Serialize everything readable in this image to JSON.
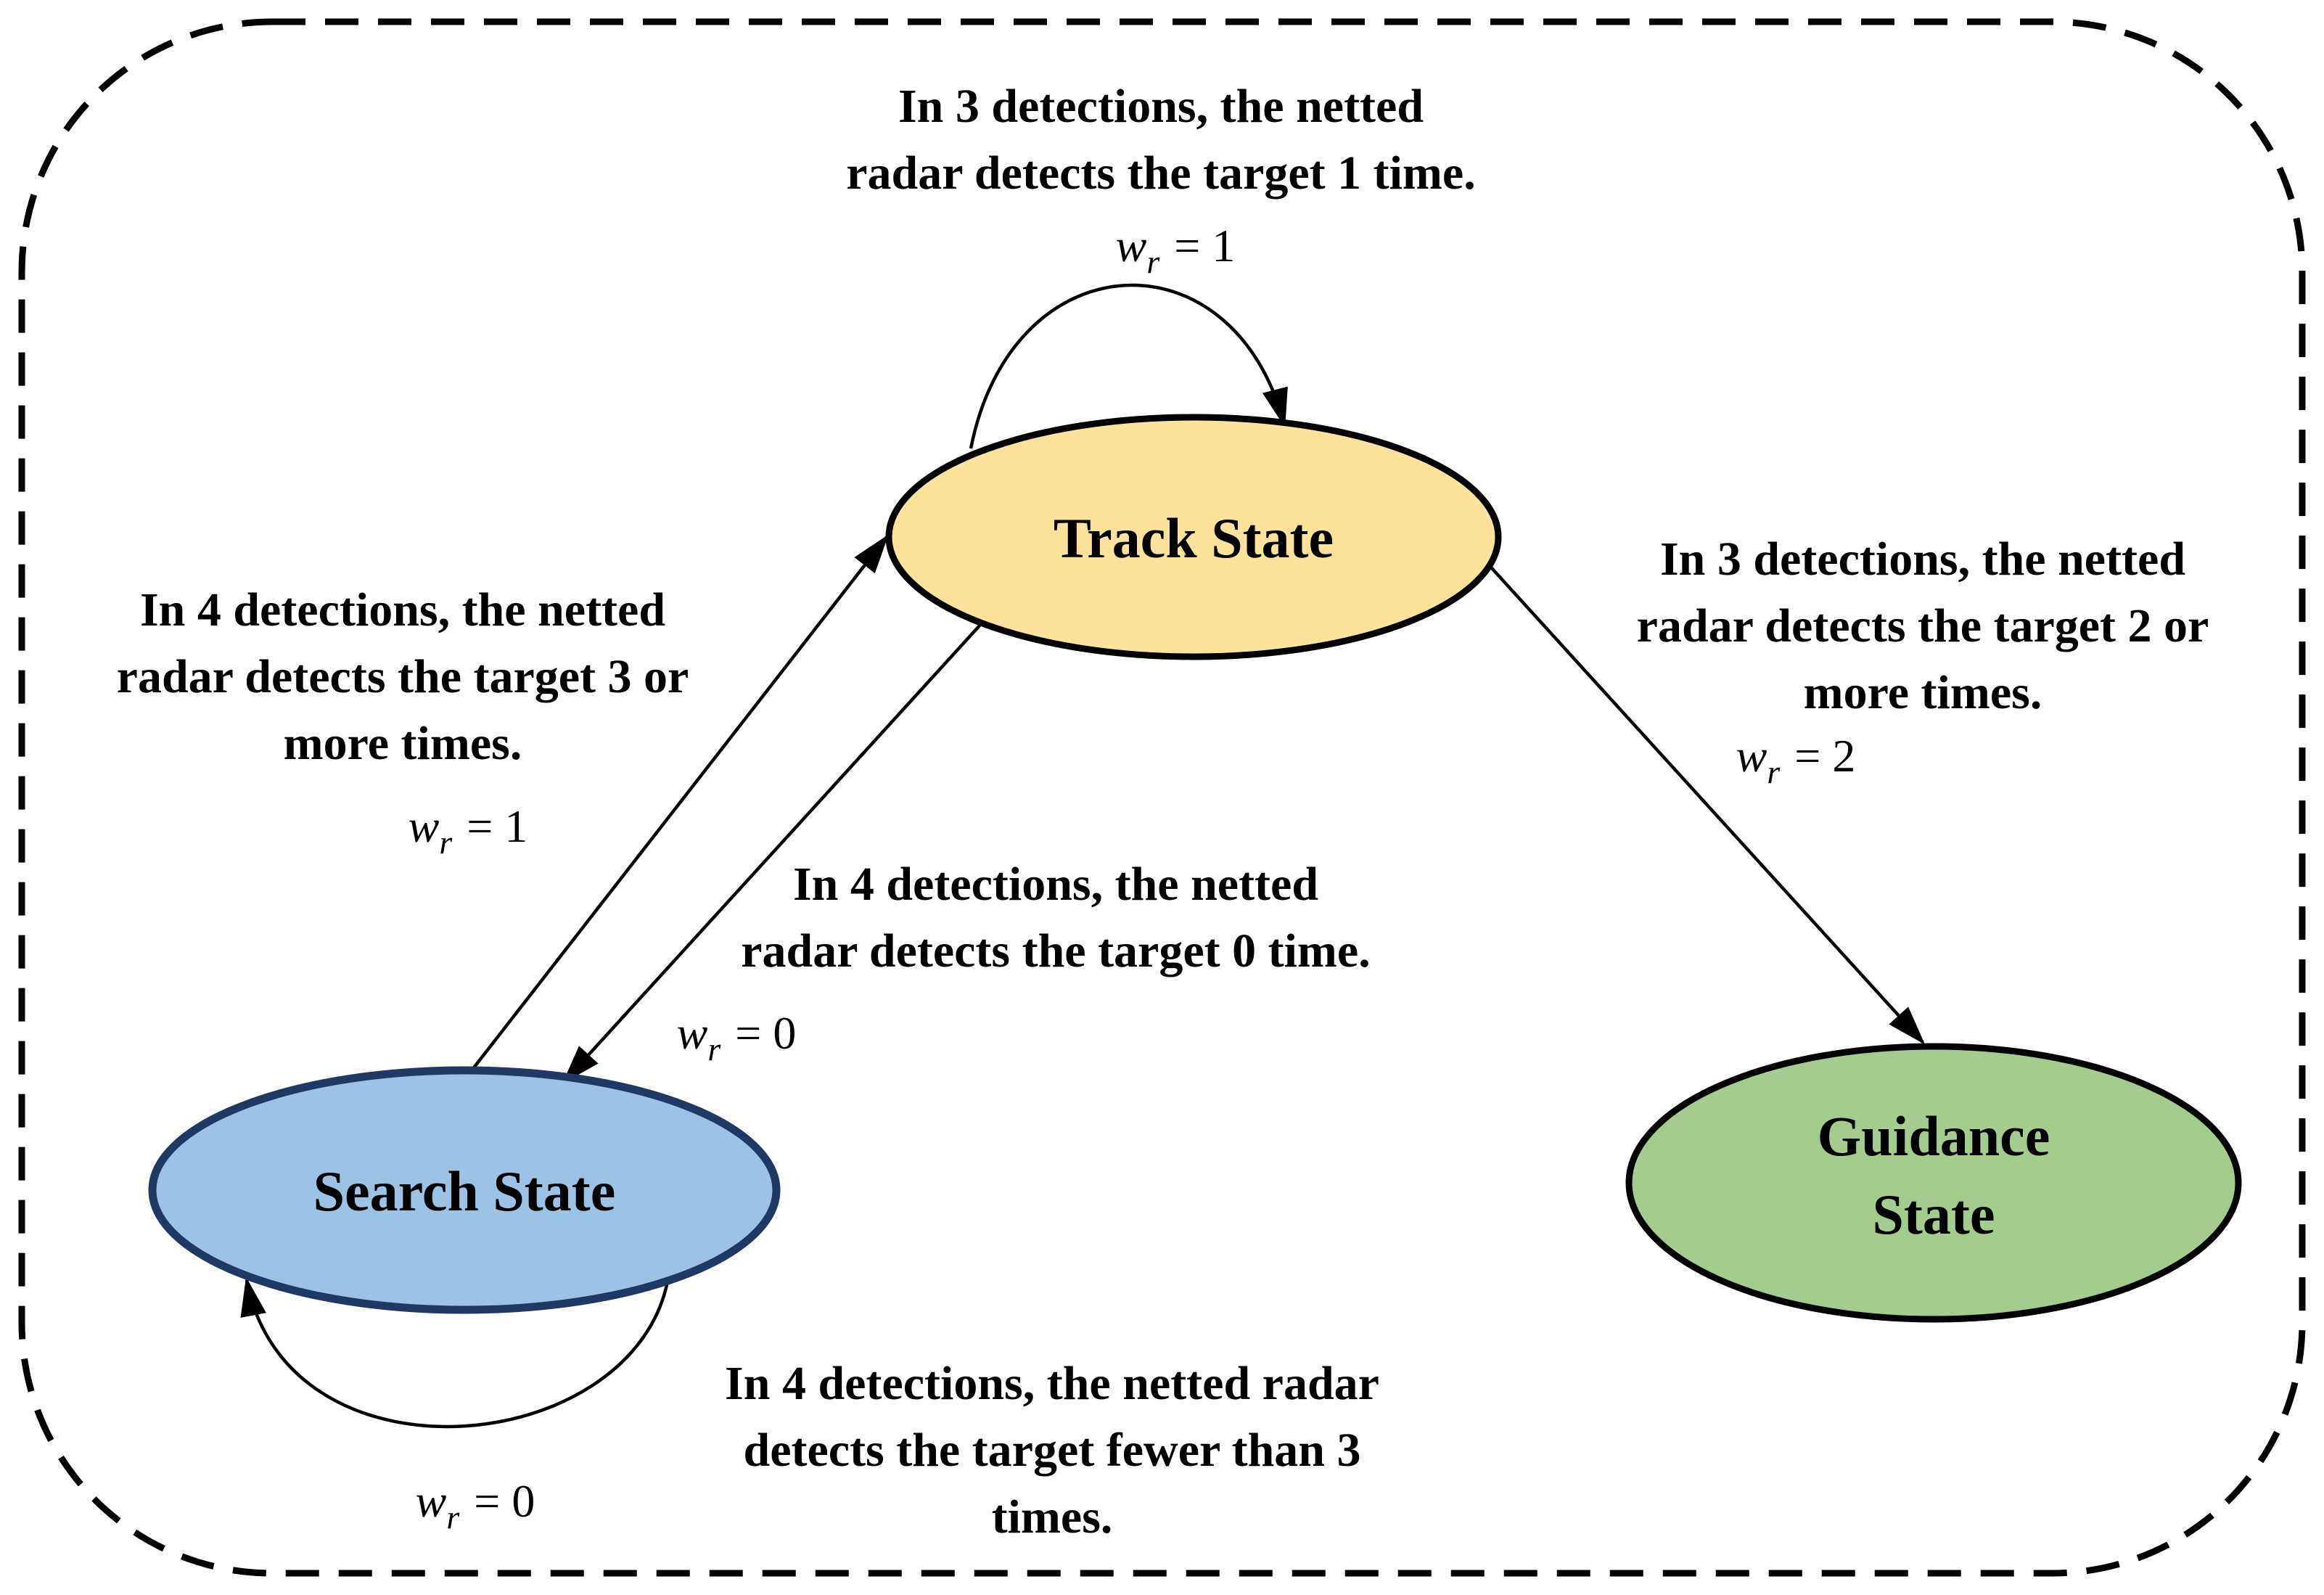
{
  "figure": {
    "background": "#ffffff",
    "border_color": "#000000",
    "states": {
      "track": {
        "label": "Track State",
        "fill": "#FDE29B",
        "stroke": "#000000"
      },
      "search": {
        "label": "Search State",
        "fill": "#9CC3E5",
        "stroke": "#203864"
      },
      "guidance": {
        "line1": "Guidance",
        "line2": "State",
        "fill": "#A3CC8E",
        "stroke": "#000000"
      }
    },
    "transitions": {
      "track_self": {
        "lines": [
          "In 3 detections, the netted",
          "radar detects the target 1 time."
        ],
        "weight": {
          "base": "w",
          "sub": "r",
          "rhs": "= 1"
        }
      },
      "search_to_track": {
        "lines": [
          "In 4 detections, the netted",
          "radar detects the target 3 or",
          "more times."
        ],
        "weight": {
          "base": "w",
          "sub": "r",
          "rhs": "= 1"
        }
      },
      "track_to_search": {
        "lines": [
          "In 4 detections, the netted",
          "radar detects the target 0 time."
        ],
        "weight": {
          "base": "w",
          "sub": "r",
          "rhs": "= 0"
        }
      },
      "track_to_guidance": {
        "lines": [
          "In 3 detections, the netted",
          "radar detects the target 2 or",
          "more times."
        ],
        "weight": {
          "base": "w",
          "sub": "r",
          "rhs": "= 2"
        }
      },
      "search_self": {
        "lines": [
          "In 4 detections, the netted radar",
          "detects the target fewer than 3",
          "times."
        ],
        "weight": {
          "base": "w",
          "sub": "r",
          "rhs": "= 0"
        }
      }
    }
  }
}
